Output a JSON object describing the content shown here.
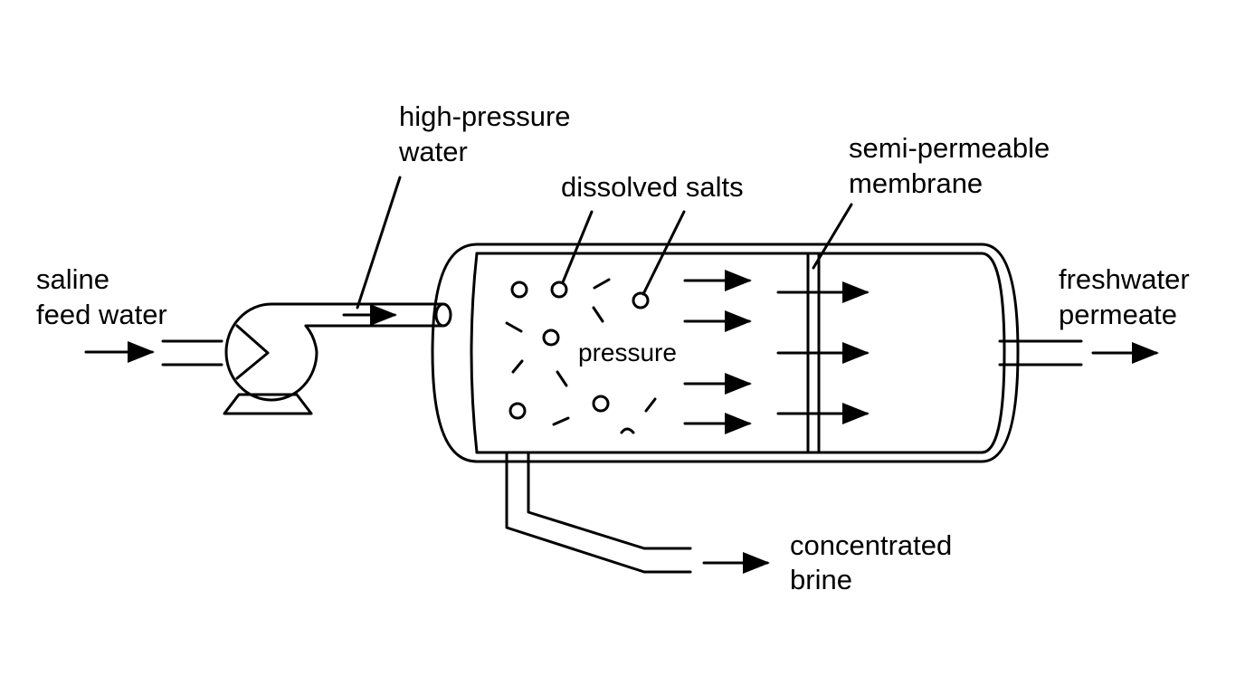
{
  "labels": {
    "feed": [
      "saline",
      "feed water"
    ],
    "high_pressure": [
      "high-pressure",
      "water"
    ],
    "dissolved_salts": "dissolved salts",
    "membrane": [
      "semi-permeable",
      "membrane"
    ],
    "permeate": [
      "freshwater",
      "permeate"
    ],
    "pressure": "pressure",
    "brine": [
      "concentrated",
      "brine"
    ]
  }
}
